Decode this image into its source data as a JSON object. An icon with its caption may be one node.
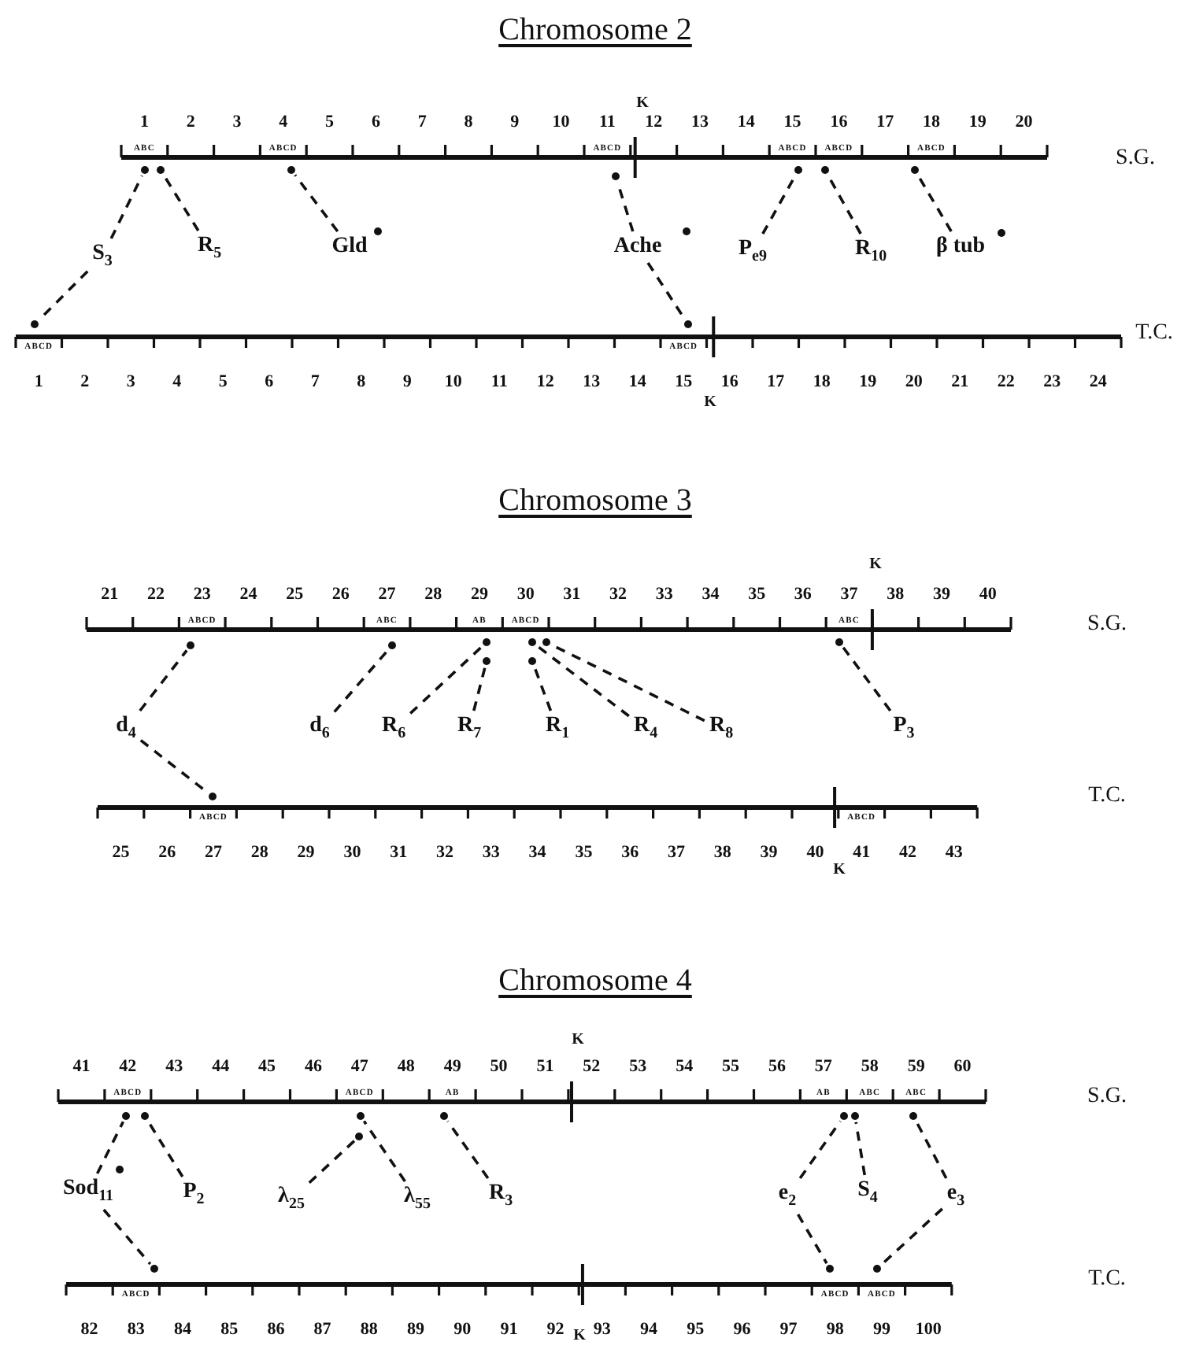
{
  "diagram": {
    "nodes": [
      {
        "text": [],
        "shape": "circle"
      },
      {
        "text": [],
        "shape": "circle"
      },
      {
        "text": [],
        "shape": "circle"
      },
      {
        "text": [],
        "shape": "circle"
      },
      {
        "text": [],
        "shape": "circle"
      },
      {
        "text": [],
        "shape": "circle"
      },
      {
        "text": [],
        "shape": "circle"
      },
      {
        "text": [
          "S$_{3}$"
        ]
      },
      {
        "text": [
          "R$_{5}$"
        ]
      },
      {
        "text": [
          "Gld"
        ]
      },
      {
        "text": [
          "Ache"
        ]
      },
      {
        "text": [
          "P$_{e9}$"
        ]
      },
      {
        "text": [
          "R$_{10}$"
        ]
      },
      {
        "text": [
          "β tub"
        ]
      },
      {
        "text": [],
        "shape": "circle"
      },
      {
        "text": [],
        "shape": "circle"
      },
      {
        "text": [],
        "shape": "circle"
      },
      {
        "text": [],
        "shape": "circle"
      },
      {
        "text": [],
        "shape": "circle"
      },
      {
        "text": [],
        "shape": "circle"
      },
      {
        "text": [],
        "shape": "circle"
      },
      {
        "text": [],
        "shape": "circle"
      },
      {
        "text": [],
        "shape": "circle"
      },
      {
        "text": [],
        "shape": "circle"
      },
      {
        "text": [],
        "shape": "circle"
      },
      {
        "text": [],
        "shape": "circle"
      },
      {
        "text": [],
        "shape": "circle"
      },
      {
        "text": [
          "d$_{4}$"
        ]
      },
      {
        "text": [
          "d$_{6}$"
        ]
      },
      {
        "text": [
          "R$_{6}$"
        ]
      },
      {
        "text": [
          "R$_{7}$"
        ]
      },
      {
        "text": [
          "R$_{1}$"
        ]
      },
      {
        "text": [
          "R$_{4}$"
        ]
      },
      {
        "text": [
          "R$_{8}$"
        ]
      },
      {
        "text": [
          "P$_{3}$"
        ]
      },
      {
        "text": [],
        "shape": "circle"
      },
      {
        "text": [],
        "shape": "circle"
      },
      {
        "text": [],
        "shape": "circle"
      },
      {
        "text": [],
        "shape": "circle"
      },
      {
        "text": [],
        "shape": "circle"
      },
      {
        "text": [],
        "shape": "circle"
      },
      {
        "text": [],
        "shape": "circle"
      },
      {
        "text": [],
        "shape": "circle"
      },
      {
        "text": [],
        "shape": "circle"
      },
      {
        "text": [
          "Sod$_{11}$"
        ]
      },
      {
        "text": [],
        "shape": "circle"
      },
      {
        "text": [
          "P$_{2}$"
        ]
      },
      {
        "text": [
          "λ$_{25}$"
        ]
      },
      {
        "text": [
          "λ$_{55}$"
        ]
      },
      {
        "text": [
          "R$_{3}$"
        ]
      },
      {
        "text": [
          "e$_{2}$"
        ]
      },
      {
        "text": [
          "S$_{4}$"
        ]
      },
      {
        "text": [
          "e$_{3}$"
        ]
      },
      {
        "text": [],
        "shape": "circle"
      },
      {
        "text": [],
        "shape": "circle"
      },
      {
        "text": [],
        "shape": "circle"
      }
    ],
    "edges": [
      {
        "from": 7,
        "to": 0,
        "arrow": "none",
        "style": "dashed"
      },
      {
        "from": 7,
        "to": 17,
        "arrow": "none",
        "style": "dashed"
      },
      {
        "from": 8,
        "to": 1,
        "arrow": "none",
        "style": "dashed"
      },
      {
        "from": 9,
        "to": 2,
        "arrow": "none",
        "style": "dashed"
      },
      {
        "from": 10,
        "to": 3,
        "arrow": "none",
        "style": "dashed"
      },
      {
        "from": 10,
        "to": 18,
        "arrow": "none",
        "style": "dashed"
      },
      {
        "from": 11,
        "to": 4,
        "arrow": "none",
        "style": "dashed"
      },
      {
        "from": 12,
        "to": 5,
        "arrow": "none",
        "style": "dashed"
      },
      {
        "from": 13,
        "to": 6,
        "arrow": "none",
        "style": "dashed"
      },
      {
        "from": 27,
        "to": 19,
        "arrow": "none",
        "style": "dashed"
      },
      {
        "from": 27,
        "to": 35,
        "arrow": "none",
        "style": "dashed"
      },
      {
        "from": 28,
        "to": 20,
        "arrow": "none",
        "style": "dashed"
      },
      {
        "from": 29,
        "to": 21,
        "arrow": "none",
        "style": "dashed"
      },
      {
        "from": 30,
        "to": 24,
        "arrow": "none",
        "style": "dashed"
      },
      {
        "from": 31,
        "to": 25,
        "arrow": "none",
        "style": "dashed"
      },
      {
        "from": 32,
        "to": 22,
        "arrow": "none",
        "style": "dashed"
      },
      {
        "from": 33,
        "to": 23,
        "arrow": "none",
        "style": "dashed"
      },
      {
        "from": 34,
        "to": 26,
        "arrow": "none",
        "style": "dashed"
      },
      {
        "from": 44,
        "to": 36,
        "arrow": "none",
        "style": "dashed"
      },
      {
        "from": 44,
        "to": 53,
        "arrow": "none",
        "style": "dashed"
      },
      {
        "from": 46,
        "to": 37,
        "arrow": "none",
        "style": "dashed"
      },
      {
        "from": 47,
        "to": 43,
        "arrow": "none",
        "style": "dashed"
      },
      {
        "from": 48,
        "to": 38,
        "arrow": "none",
        "style": "dashed"
      },
      {
        "from": 49,
        "to": 39,
        "arrow": "none",
        "style": "dashed"
      },
      {
        "from": 50,
        "to": 40,
        "arrow": "none",
        "style": "dashed"
      },
      {
        "from": 50,
        "to": 54,
        "arrow": "none",
        "style": "dashed"
      },
      {
        "from": 51,
        "to": 41,
        "arrow": "none",
        "style": "dashed"
      },
      {
        "from": 52,
        "to": 42,
        "arrow": "none",
        "style": "dashed"
      },
      {
        "from": 52,
        "to": 55,
        "arrow": "none",
        "style": "dashed"
      }
    ],
    "labels": [
      "Chromosome 2",
      "K",
      "1",
      "2",
      "3",
      "4",
      "5",
      "6",
      "7",
      "8",
      "9",
      "10",
      "11",
      "12",
      "13",
      "14",
      "15",
      "16",
      "17",
      "18",
      "19",
      "20",
      "ABC",
      "ABCD",
      "ABCD",
      "ABCD",
      "ABCD",
      "ABCD",
      "S.G.",
      "ABCD",
      "ABCD",
      "T.C.",
      "1",
      "2",
      "3",
      "4",
      "5",
      "6",
      "7",
      "8",
      "9",
      "10",
      "11",
      "12",
      "13",
      "14",
      "15",
      "16",
      "17",
      "18",
      "19",
      "20",
      "21",
      "22",
      "23",
      "24",
      "K",
      "Chromosome 3",
      "K",
      "21",
      "22",
      "23",
      "24",
      "25",
      "26",
      "27",
      "28",
      "29",
      "30",
      "31",
      "32",
      "33",
      "34",
      "35",
      "36",
      "37",
      "38",
      "39",
      "40",
      "ABCD",
      "ABC",
      "AB",
      "ABCD",
      "ABC",
      "S.G.",
      "ABCD",
      "ABCD",
      "T.C.",
      "25",
      "26",
      "27",
      "28",
      "29",
      "30",
      "31",
      "32",
      "33",
      "34",
      "35",
      "36",
      "37",
      "38",
      "39",
      "40",
      "41",
      "42",
      "43",
      "K",
      "Chromosome 4",
      "K",
      "41",
      "42",
      "43",
      "44",
      "45",
      "46",
      "47",
      "48",
      "49",
      "50",
      "51",
      "52",
      "53",
      "54",
      "55",
      "56",
      "57",
      "58",
      "59",
      "60",
      "ABCD",
      "ABCD",
      "AB",
      "AB",
      "ABC",
      "ABC",
      "S.G.",
      "ABCD",
      "ABCD",
      "ABCD",
      "T.C.",
      "82",
      "83",
      "84",
      "85",
      "86",
      "87",
      "88",
      "89",
      "90",
      "91",
      "92",
      "93",
      "94",
      "95",
      "96",
      "97",
      "98",
      "99",
      "100",
      "K"
    ]
  }
}
